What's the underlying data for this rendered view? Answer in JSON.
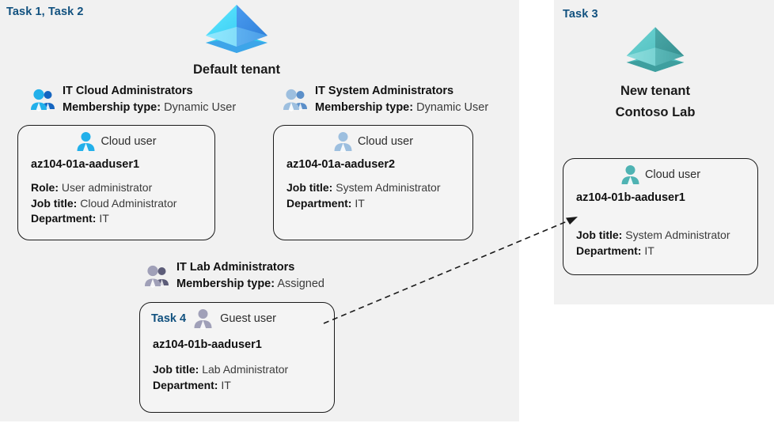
{
  "panels": {
    "left": {
      "task_label": "Task 1, Task 2"
    },
    "right": {
      "task_label": "Task 3"
    }
  },
  "tenants": {
    "default": {
      "name": "Default tenant",
      "icon": "azure-tenant-icon",
      "colors": {
        "left_face": "#50E6FF",
        "right_face": "#3B8FE8",
        "base": "#32BEDD"
      }
    },
    "new": {
      "name_line1": "New  tenant",
      "name_line2": "Contoso Lab",
      "icon": "azure-tenant-icon",
      "colors": {
        "left_face": "#5FC9C9",
        "right_face": "#3E9E9E",
        "base": "#4FBDBD"
      }
    }
  },
  "groups": [
    {
      "id": "it-cloud-administrators",
      "name": "IT Cloud Administrators",
      "meta_label": "Membership type:",
      "meta_value": "Dynamic User",
      "icon": "group-users-icon",
      "icon_color": "#1BA1E2"
    },
    {
      "id": "it-system-administrators",
      "name": "IT System Administrators",
      "meta_label": "Membership type:",
      "meta_value": "Dynamic User",
      "icon": "group-users-icon",
      "icon_color": "#8AB4DC"
    },
    {
      "id": "it-lab-administrators",
      "name": "IT Lab Administrators",
      "meta_label": "Membership type:",
      "meta_value": "Assigned",
      "icon": "group-users-icon",
      "icon_color": "#8C8CA8"
    }
  ],
  "cards": [
    {
      "id": "az104-01a-aaduser1",
      "role_type": "Cloud user",
      "icon": "person-icon",
      "icon_color": "#1BA1E2",
      "user": "az104-01a-aaduser1",
      "attrs": [
        {
          "label": "Role:",
          "value": "User administrator"
        },
        {
          "label": "Job title:",
          "value": "Cloud Administrator"
        },
        {
          "label": "Department:",
          "value": "IT"
        }
      ]
    },
    {
      "id": "az104-01a-aaduser2",
      "role_type": "Cloud user",
      "icon": "person-icon",
      "icon_color": "#8AB4DC",
      "user": "az104-01a-aaduser2",
      "attrs": [
        {
          "label": "Job title:",
          "value": "System Administrator"
        },
        {
          "label": "Department:",
          "value": "IT"
        }
      ]
    },
    {
      "id": "az104-01b-aaduser1-guest",
      "task_inline": "Task 4",
      "role_type": "Guest user",
      "icon": "person-icon",
      "icon_color": "#8C8CA8",
      "user": "az104-01b-aaduser1",
      "attrs": [
        {
          "label": "Job title:",
          "value": "Lab Administrator"
        },
        {
          "label": "Department:",
          "value": "IT"
        }
      ]
    },
    {
      "id": "az104-01b-aaduser1-cloud",
      "role_type": "Cloud user",
      "icon": "person-icon",
      "icon_color": "#4FB3B3",
      "user": "az104-01b-aaduser1",
      "attrs": [
        {
          "label": "Job title:",
          "value": "System Administrator"
        },
        {
          "label": "Department:",
          "value": "IT"
        }
      ]
    }
  ],
  "connector": {
    "name": "guest-invite-arrow",
    "style": "dashed",
    "color": "#1a1a1a",
    "from": "az104-01b-aaduser1-guest",
    "to": "az104-01b-aaduser1-cloud"
  },
  "colors": {
    "panel_bg": "#f1f1f1",
    "card_bg": "#f4f4f4",
    "task_blue": "#11517f",
    "text": "#111111"
  }
}
